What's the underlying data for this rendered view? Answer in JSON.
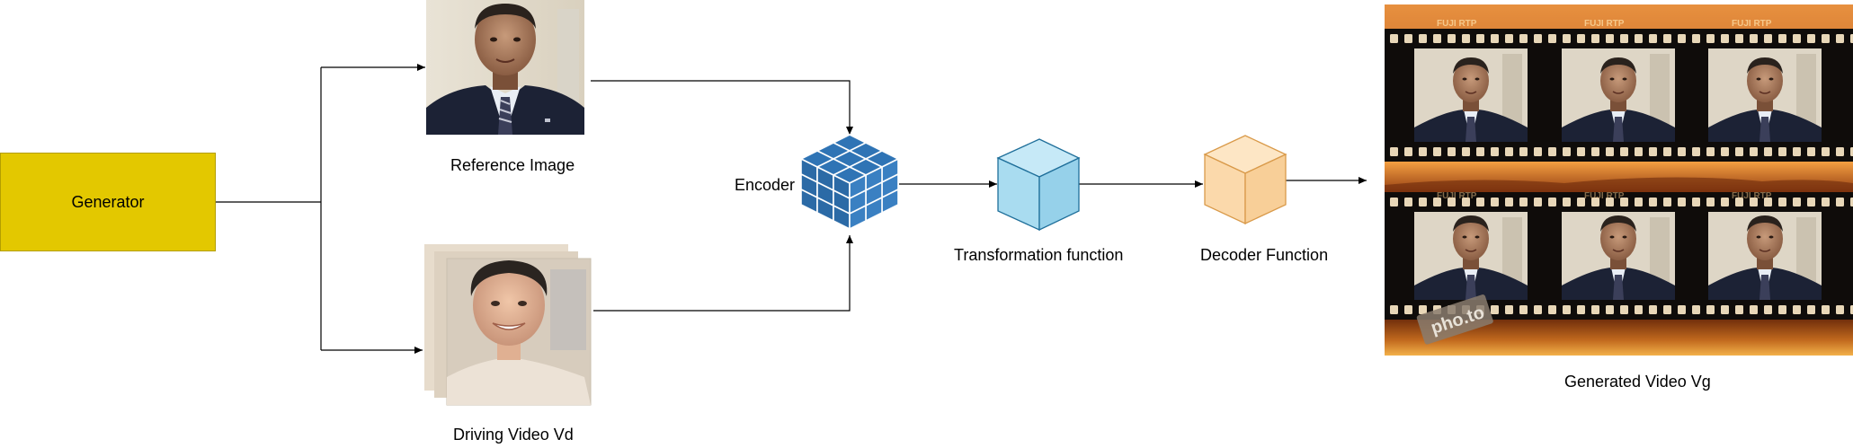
{
  "nodes": {
    "generator": "Generator",
    "reference_image": "Reference Image",
    "driving_video": "Driving Video Vd",
    "encoder": "Encoder",
    "transformation": "Transformation function",
    "decoder": "Decoder Function",
    "generated_video": "Generated Video Vg"
  },
  "film": {
    "brand": "FUJI RTP",
    "watermark": "pho.to"
  },
  "colors": {
    "generator_fill": "#e3c800",
    "encoder_blue": "#2f74b5",
    "transform_fill": "#a9dcf0",
    "transform_stroke": "#1f6f9a",
    "decoder_fill": "#fbd9ab",
    "decoder_stroke": "#d99a4a"
  }
}
